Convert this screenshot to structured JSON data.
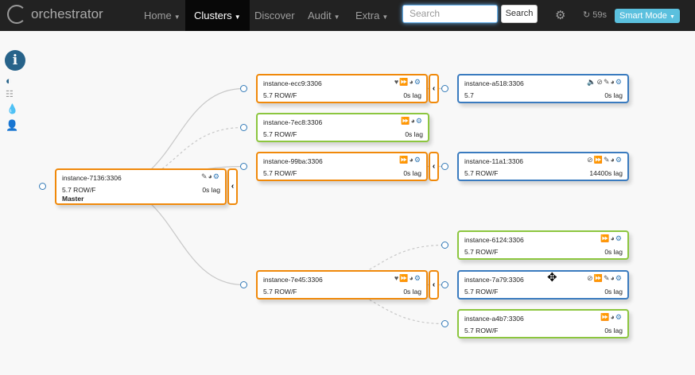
{
  "nav": {
    "brand": "orchestrator",
    "items": [
      {
        "label": "Home",
        "dropdown": true
      },
      {
        "label": "Clusters",
        "dropdown": true,
        "active": true
      },
      {
        "label": "Discover"
      },
      {
        "label": "Audit",
        "dropdown": true
      },
      {
        "label": "Extra",
        "dropdown": true
      }
    ],
    "search_placeholder": "Search",
    "search_button": "Search",
    "refresh": "59s",
    "mode": "Smart Mode"
  },
  "colors": {
    "orange": "#f0890a",
    "green": "#8cc63f",
    "blue": "#3a7bbf"
  },
  "sidebar": [
    "info-icon",
    "contrast-icon",
    "list-icon",
    "drop-icon",
    "user-icon"
  ],
  "nodes": [
    {
      "id": "7136",
      "title": "instance-7136:3306",
      "version": "5.7 ROW/F",
      "lag": "0s lag",
      "role": "Master",
      "color": "orange",
      "icons": [
        "pencil",
        "globe",
        "gear"
      ],
      "collapse": true
    },
    {
      "id": "ecc9",
      "title": "instance-ecc9:3306",
      "version": "5.7 ROW/F",
      "lag": "0s lag",
      "color": "orange",
      "icons": [
        "heart",
        "forward",
        "globe",
        "gear"
      ],
      "collapse": true
    },
    {
      "id": "7ec8",
      "title": "instance-7ec8:3306",
      "version": "5.7 ROW/F",
      "lag": "0s lag",
      "color": "green",
      "icons": [
        "forward",
        "globe",
        "gear"
      ]
    },
    {
      "id": "99ba",
      "title": "instance-99ba:3306",
      "version": "5.7 ROW/F",
      "lag": "0s lag",
      "color": "orange",
      "icons": [
        "forward",
        "globe",
        "gear"
      ],
      "collapse": true
    },
    {
      "id": "7e45",
      "title": "instance-7e45:3306",
      "version": "5.7 ROW/F",
      "lag": "0s lag",
      "color": "orange",
      "icons": [
        "heart",
        "forward",
        "globe",
        "gear"
      ],
      "collapse": true
    },
    {
      "id": "a518",
      "title": "instance-a518:3306",
      "version": "5.7",
      "lag": "0s lag",
      "color": "blue",
      "icons": [
        "mute",
        "ban",
        "pencil",
        "globe",
        "gear"
      ]
    },
    {
      "id": "11a1",
      "title": "instance-11a1:3306",
      "version": "5.7 ROW/F",
      "lag": "14400s lag",
      "color": "blue",
      "icons": [
        "ban",
        "forward",
        "pencil",
        "globe",
        "gear"
      ]
    },
    {
      "id": "6124",
      "title": "instance-6124:3306",
      "version": "5.7 ROW/F",
      "lag": "0s lag",
      "color": "green",
      "icons": [
        "forward",
        "globe",
        "gear"
      ]
    },
    {
      "id": "7a79",
      "title": "instance-7a79:3306",
      "version": "5.7 ROW/F",
      "lag": "0s lag",
      "color": "blue",
      "icons": [
        "ban",
        "forward",
        "pencil",
        "globe",
        "gear"
      ]
    },
    {
      "id": "a4b7",
      "title": "instance-a4b7:3306",
      "version": "5.7 ROW/F",
      "lag": "0s lag",
      "color": "green",
      "icons": [
        "forward",
        "globe",
        "gear"
      ]
    }
  ],
  "links": [
    {
      "from": "7136",
      "to": "ecc9",
      "dashed": false
    },
    {
      "from": "7136",
      "to": "7ec8",
      "dashed": true
    },
    {
      "from": "7136",
      "to": "99ba",
      "dashed": false
    },
    {
      "from": "7136",
      "to": "7e45",
      "dashed": false
    },
    {
      "from": "ecc9",
      "to": "a518",
      "dashed": false
    },
    {
      "from": "99ba",
      "to": "11a1",
      "dashed": false
    },
    {
      "from": "7e45",
      "to": "6124",
      "dashed": true
    },
    {
      "from": "7e45",
      "to": "7a79",
      "dashed": false
    },
    {
      "from": "7e45",
      "to": "a4b7",
      "dashed": true
    }
  ]
}
